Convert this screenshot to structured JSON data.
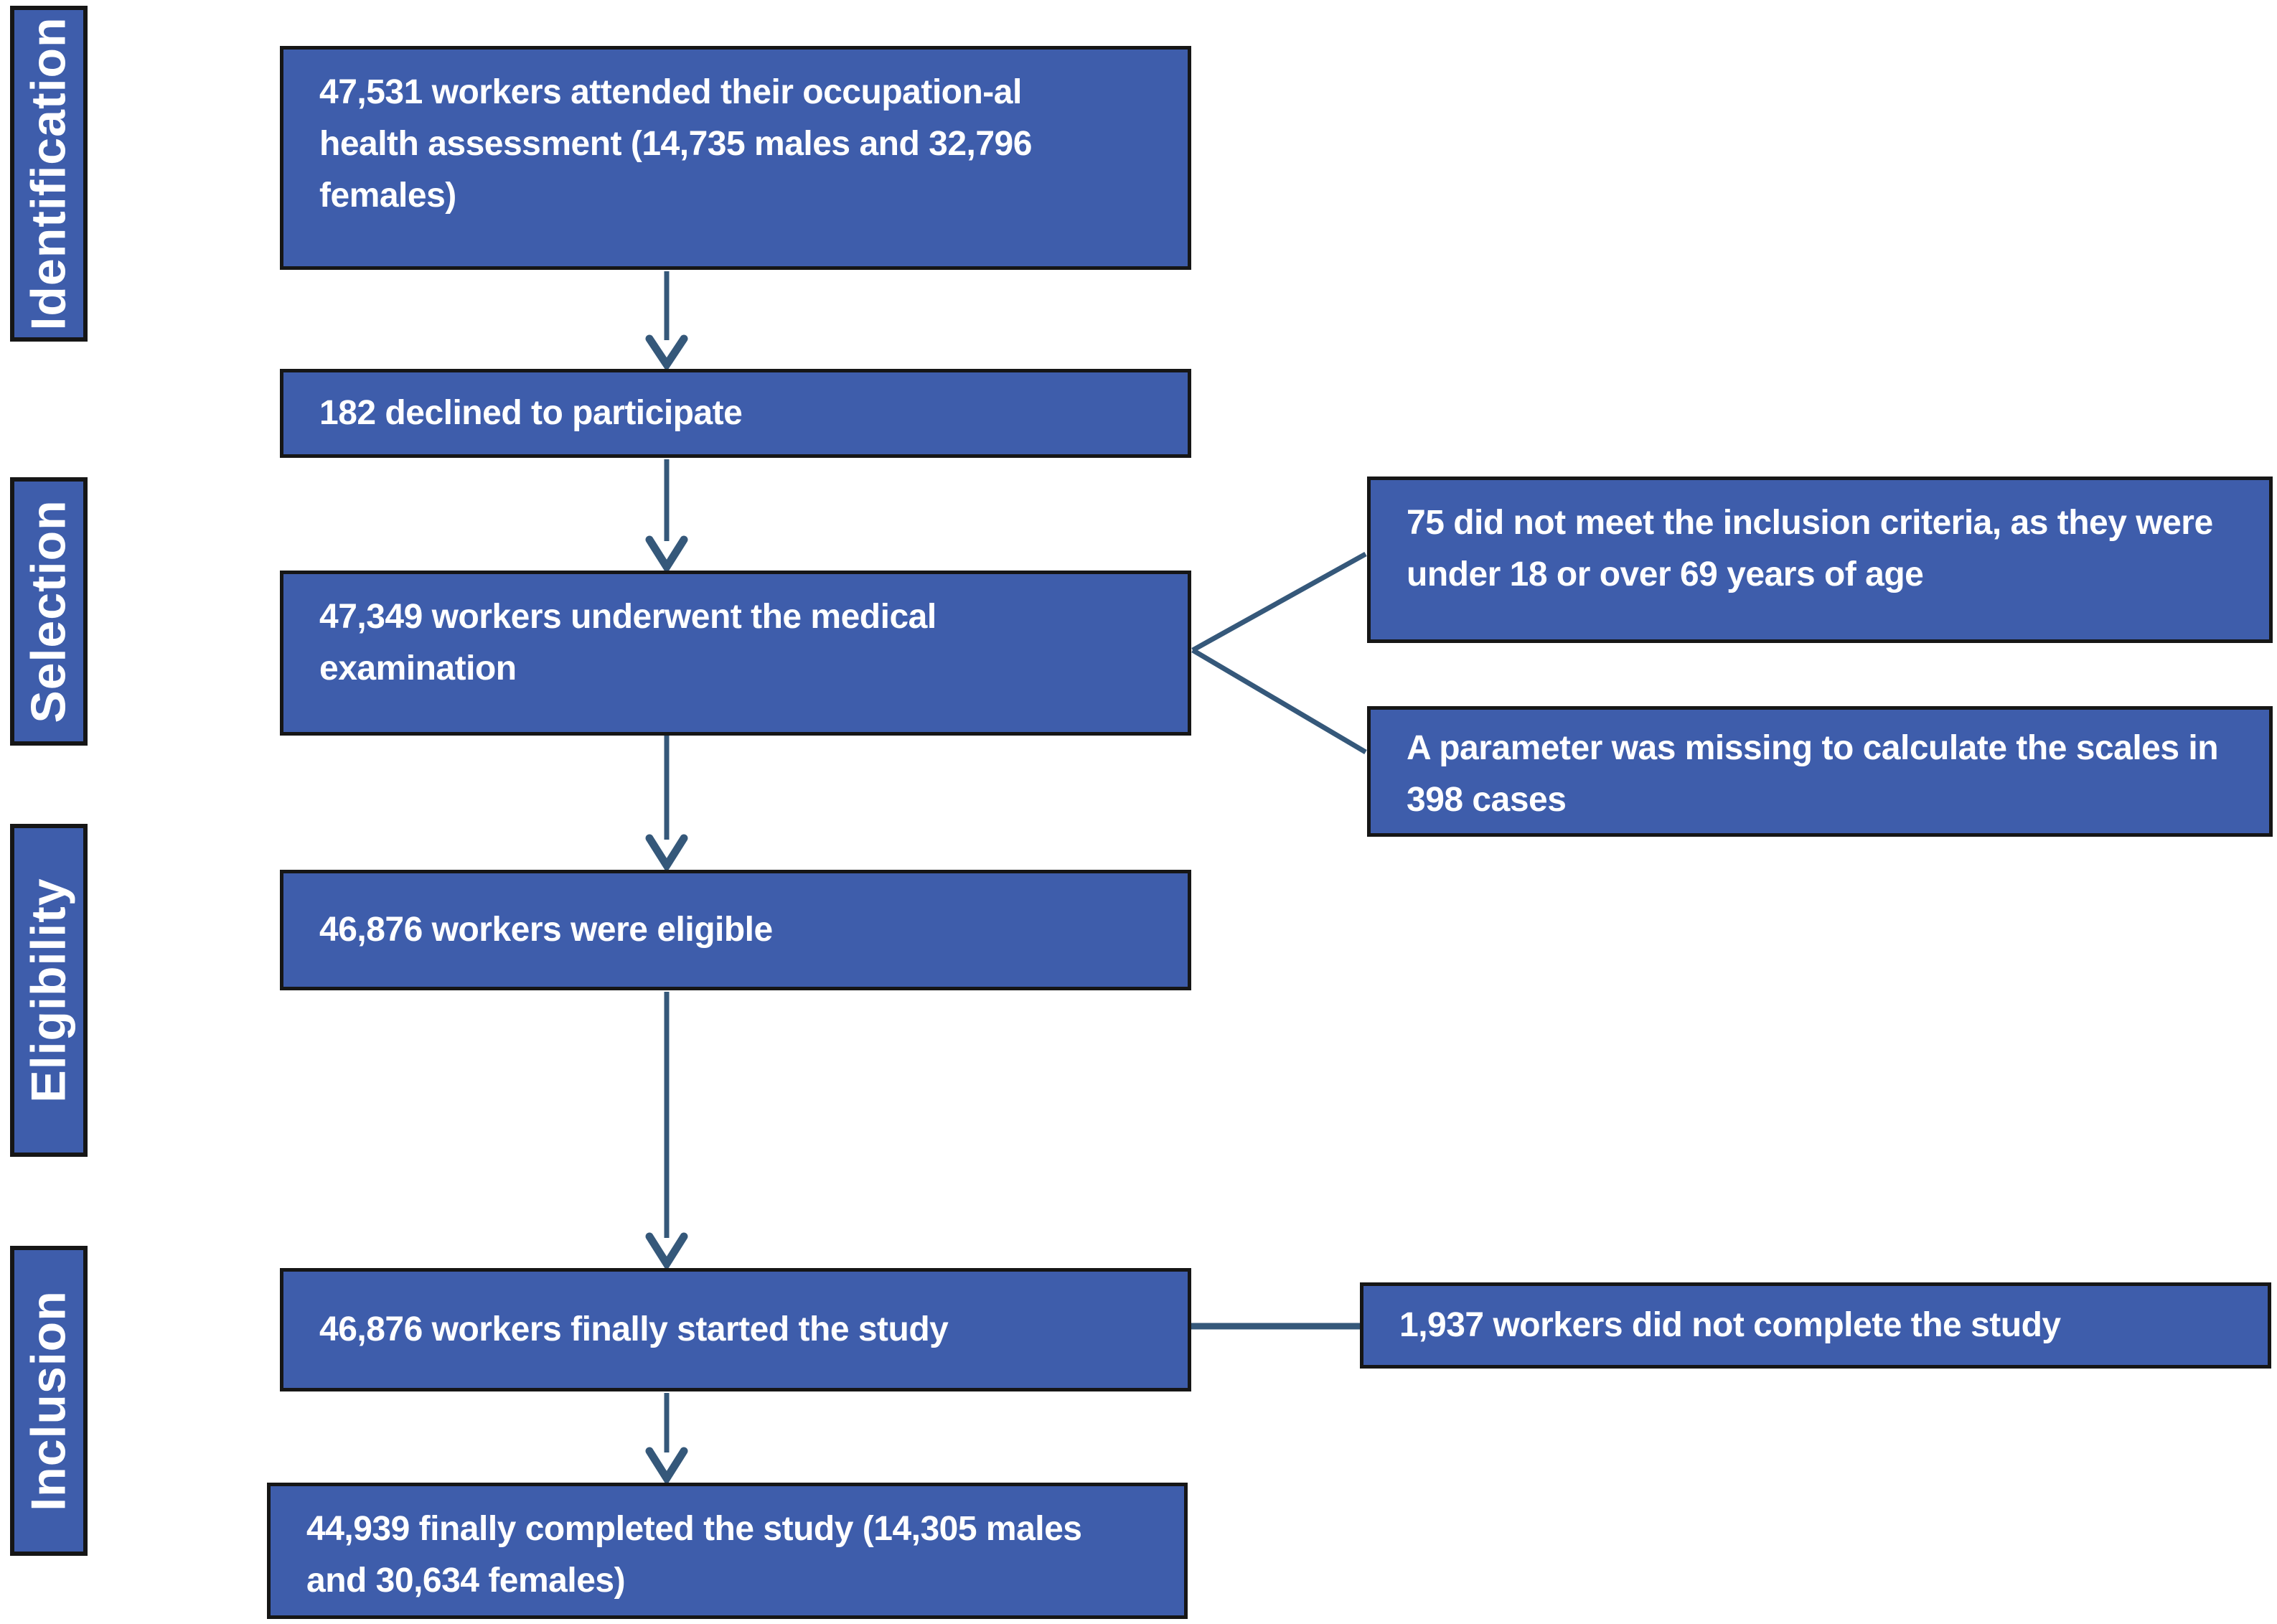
{
  "palette": {
    "page-bg": "#ffffff",
    "box-fill": "#3e5dab",
    "box-border": "#161616",
    "box-text": "#ffffff",
    "arrow": "#35587a"
  },
  "stages": {
    "identification": "Identification",
    "selection": "Selection",
    "eligibility": "Eligibility",
    "inclusion": "Inclusion"
  },
  "boxes": {
    "attended": {
      "lines": [
        "47,531 workers attended their occupation-al",
        "health assessment (14,735 males and 32,796",
        "females)"
      ]
    },
    "declined": {
      "lines": [
        "182 declined to participate"
      ]
    },
    "examined": {
      "lines": [
        "47,349 workers underwent the medical",
        "examination"
      ]
    },
    "eligible": {
      "lines": [
        "46,876 workers were eligible"
      ]
    },
    "started": {
      "lines": [
        "46,876 workers finally started the study"
      ]
    },
    "completed": {
      "lines": [
        "44,939 finally completed the study (14,305 males",
        "and 30,634 females)"
      ]
    }
  },
  "side_boxes": {
    "age_exclusion": {
      "lines": [
        "75 did not meet the inclusion criteria, as they were",
        "under 18 or over 69 years of age"
      ]
    },
    "missing_parameter": {
      "lines": [
        "A parameter was missing to calculate the scales in",
        "398 cases"
      ]
    },
    "not_completed": {
      "lines": [
        "1,937 workers did not complete the study"
      ]
    }
  }
}
